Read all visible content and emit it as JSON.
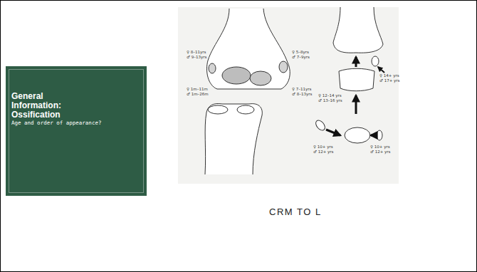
{
  "diagram": {
    "caption": "CRM TO L",
    "nodes": [
      {
        "text": [
          "General Information: Ossification",
          "Age and order of appearance?"
        ]
      }
    ],
    "labels": [
      "♀ 8–11yrs",
      "♂ 9–13yrs",
      "♀ 5–8yrs",
      "♂ 7–9yrs",
      "♀ 1m–11m",
      "♂ 1m–26m",
      "♀ 7–11yrs",
      "♂ 8–13yrs",
      "♀ 12–14 yrs",
      "♂ 13–16 yrs",
      "♀ 14+ yrs",
      "♂ 17+ yrs",
      "♀ 10+ yrs",
      "♂ 12+ yrs",
      "♀ 10+ yrs",
      "♂ 12+ yrs"
    ]
  }
}
